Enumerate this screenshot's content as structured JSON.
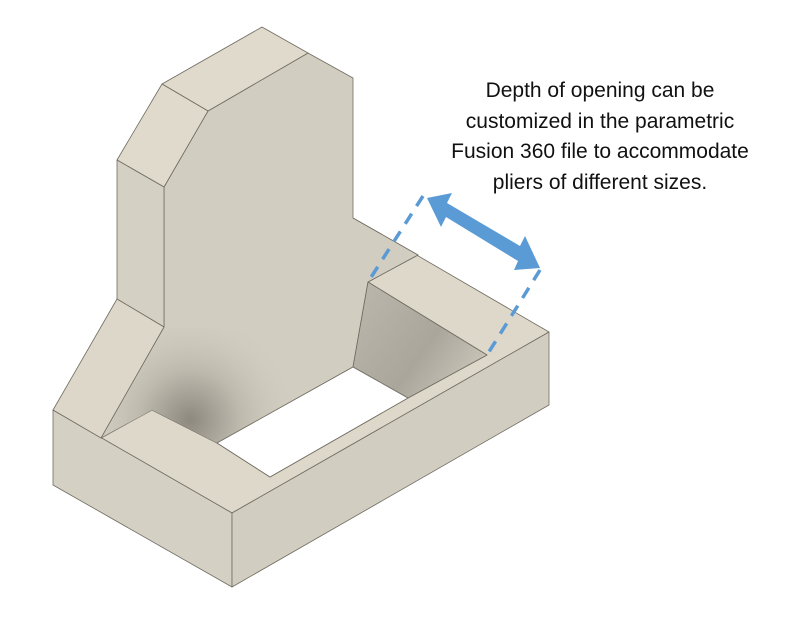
{
  "annotation": {
    "lines": [
      "Depth of opening can be",
      "customized in the parametric",
      "Fusion 360 file to accommodate",
      "pliers of different sizes."
    ]
  },
  "colors": {
    "part_top": "#ddd8c9",
    "part_face": "#d1cdc0",
    "part_edge": "#6f6b60",
    "arrow": "#5b9bd5",
    "dashed_guide": "#5b9bd5"
  },
  "icons": {
    "dimension_arrow": "double-headed-arrow"
  }
}
